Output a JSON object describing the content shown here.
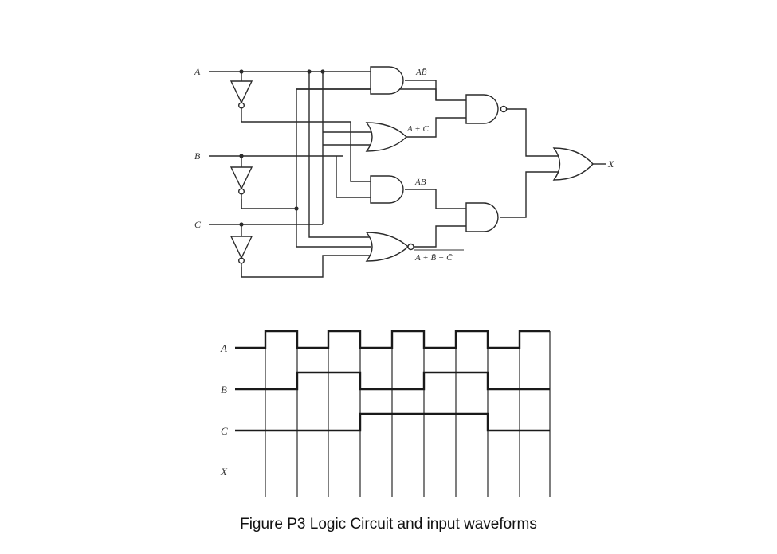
{
  "circuit": {
    "inputs": [
      {
        "name": "A"
      },
      {
        "name": "B"
      },
      {
        "name": "C"
      }
    ],
    "output": "X",
    "gate_labels": {
      "g1": "AB̄",
      "g2": "A + C",
      "g3": "ĀB",
      "g4": "A + B̄ + C̄"
    }
  },
  "waveforms": {
    "signals": [
      {
        "name": "A",
        "levels": [
          0,
          1,
          0,
          1,
          0,
          1,
          0,
          1,
          0,
          1
        ]
      },
      {
        "name": "B",
        "levels": [
          0,
          0,
          1,
          1,
          0,
          0,
          1,
          1,
          0,
          0
        ]
      },
      {
        "name": "C",
        "levels": [
          0,
          0,
          0,
          0,
          1,
          1,
          1,
          1,
          0,
          0
        ]
      },
      {
        "name": "X",
        "levels": []
      }
    ]
  },
  "caption": "Figure P3 Logic Circuit and input waveforms",
  "colors": {
    "line": "#2a2a2a",
    "wave": "#1a1a1a"
  }
}
